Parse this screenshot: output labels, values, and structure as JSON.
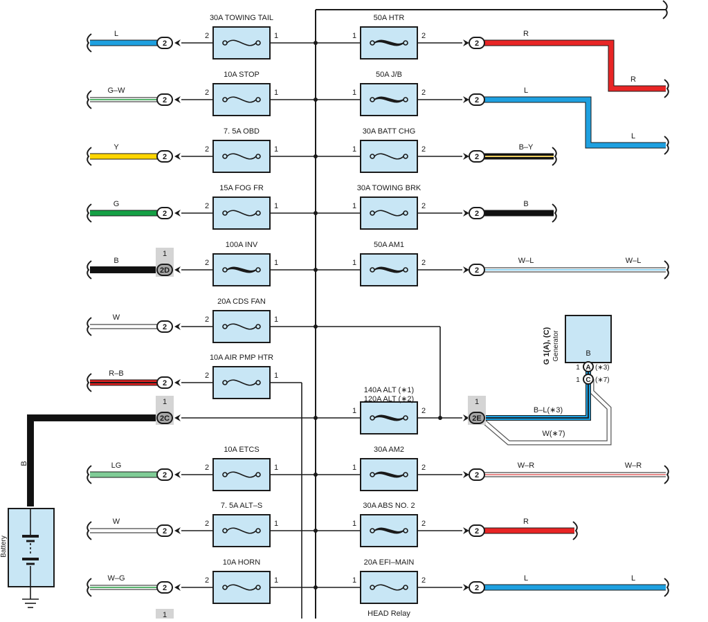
{
  "fuses": [
    {
      "id": "towing-tail",
      "label": "30A TOWING TAIL",
      "pin_left": "2",
      "pin_right": "1",
      "type": "small"
    },
    {
      "id": "stop",
      "label": "10A STOP",
      "pin_left": "2",
      "pin_right": "1",
      "type": "small"
    },
    {
      "id": "obd",
      "label": "7. 5A OBD",
      "pin_left": "2",
      "pin_right": "1",
      "type": "small"
    },
    {
      "id": "fog-fr",
      "label": "15A FOG FR",
      "pin_left": "2",
      "pin_right": "1",
      "type": "small"
    },
    {
      "id": "inv",
      "label": "100A INV",
      "pin_left": "2",
      "pin_right": "1",
      "type": "large"
    },
    {
      "id": "cds-fan",
      "label": "20A CDS FAN",
      "pin_left": "2",
      "pin_right": "1",
      "type": "small"
    },
    {
      "id": "air-pmp-htr",
      "label": "10A AIR PMP HTR",
      "pin_left": "2",
      "pin_right": "1",
      "type": "small"
    },
    {
      "id": "etcs",
      "label": "10A ETCS",
      "pin_left": "2",
      "pin_right": "1",
      "type": "small"
    },
    {
      "id": "alt-s",
      "label": "7. 5A ALT–S",
      "pin_left": "2",
      "pin_right": "1",
      "type": "small"
    },
    {
      "id": "horn",
      "label": "10A HORN",
      "pin_left": "2",
      "pin_right": "1",
      "type": "small"
    },
    {
      "id": "htr",
      "label": "50A HTR",
      "pin_left": "1",
      "pin_right": "2",
      "type": "large"
    },
    {
      "id": "jb",
      "label": "50A J/B",
      "pin_left": "1",
      "pin_right": "2",
      "type": "large"
    },
    {
      "id": "batt-chg",
      "label": "30A BATT CHG",
      "pin_left": "1",
      "pin_right": "2",
      "type": "small"
    },
    {
      "id": "towing-brk",
      "label": "30A TOWING BRK",
      "pin_left": "1",
      "pin_right": "2",
      "type": "small"
    },
    {
      "id": "am1",
      "label": "50A AM1",
      "pin_left": "1",
      "pin_right": "2",
      "type": "large"
    },
    {
      "id": "alt",
      "label": "140A ALT (∗1)",
      "label2": "120A ALT (∗2)",
      "pin_left": "1",
      "pin_right": "2",
      "type": "large"
    },
    {
      "id": "am2",
      "label": "30A AM2",
      "pin_left": "1",
      "pin_right": "2",
      "type": "large"
    },
    {
      "id": "abs2",
      "label": "30A ABS NO. 2",
      "pin_left": "1",
      "pin_right": "2",
      "type": "large"
    },
    {
      "id": "efi-main",
      "label": "20A EFI–MAIN",
      "pin_left": "1",
      "pin_right": "2",
      "type": "small"
    }
  ],
  "left_wires": [
    {
      "color_code": "L",
      "connector": "2",
      "hex": "#1ea0e0",
      "stripe": null
    },
    {
      "color_code": "G–W",
      "connector": "2",
      "hex": "#ffffff",
      "stripe": "#1f9a3c"
    },
    {
      "color_code": "Y",
      "connector": "2",
      "hex": "#ffd500",
      "stripe": null
    },
    {
      "color_code": "G",
      "connector": "2",
      "hex": "#15a045",
      "stripe": null
    },
    {
      "color_code": "B",
      "connector": "2D",
      "connector_pin": "1",
      "hex": "#111111",
      "stripe": null
    },
    {
      "color_code": "W",
      "connector": "2",
      "hex": "#ffffff",
      "stripe": null
    },
    {
      "color_code": "R–B",
      "connector": "2",
      "hex": "#e02020",
      "stripe": "#1a1a1a"
    },
    {
      "color_code": "LG",
      "connector": "2",
      "hex": "#7fcc96",
      "stripe": null
    },
    {
      "color_code": "W",
      "connector": "2",
      "hex": "#ffffff",
      "stripe": null
    },
    {
      "color_code": "W–G",
      "connector": "2",
      "hex": "#ffffff",
      "stripe": "#1f9a3c"
    }
  ],
  "right_wires": [
    {
      "color_code": "R",
      "color_code_end": "R",
      "connector": "2",
      "hex": "#e82525",
      "stripe": null
    },
    {
      "color_code": "L",
      "color_code_end": "L",
      "connector": "2",
      "hex": "#1ea0e0",
      "stripe": null
    },
    {
      "color_code": "B–Y",
      "connector": "2",
      "hex": "#111111",
      "stripe": "#f0d060"
    },
    {
      "color_code": "B",
      "connector": "2",
      "hex": "#111111",
      "stripe": null
    },
    {
      "color_code": "W–L",
      "color_code_end": "W–L",
      "connector": "2",
      "hex": "#ffffff",
      "stripe": "#6cc3ea"
    },
    {
      "color_code": "W–R",
      "color_code_end": "W–R",
      "connector": "2",
      "hex": "#ffffff",
      "stripe": "#e06060"
    },
    {
      "color_code": "R",
      "connector": "2",
      "hex": "#e82525",
      "stripe": null
    },
    {
      "color_code": "L",
      "color_code_end": "L",
      "connector": "2",
      "hex": "#1ea0e0",
      "stripe": null
    }
  ],
  "connectors": {
    "c2c": {
      "name": "2C",
      "pin": "1"
    },
    "c2e": {
      "name": "2E",
      "pin": "1"
    },
    "bottom_pin": "1"
  },
  "battery": {
    "label": "Battery",
    "wire_color": "B"
  },
  "generator": {
    "label": "Generator",
    "code": "G 1(A), (C)",
    "terminal": "B",
    "pin_a": "1",
    "pin_a_letter": "A",
    "pin_a_note": "(∗3)",
    "pin_c": "1",
    "pin_c_letter": "C",
    "pin_c_note": "(∗7)",
    "wire_bl": "B–L(∗3)",
    "wire_w": "W(∗7)"
  },
  "head_relay_label": "HEAD Relay"
}
